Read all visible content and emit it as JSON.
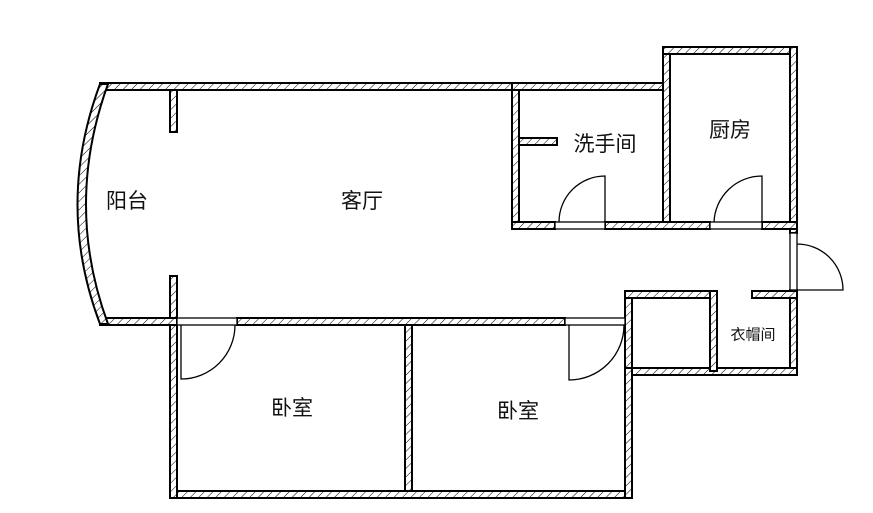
{
  "title": "Floor plan",
  "rooms": {
    "balcony": "阳台",
    "living_room": "客厅",
    "bathroom": "洗手间",
    "kitchen": "厨房",
    "cloakroom": "衣帽间",
    "bedroom_1": "卧室",
    "bedroom_2": "卧室"
  },
  "colors": {
    "wall": "#000000",
    "background": "#ffffff"
  }
}
